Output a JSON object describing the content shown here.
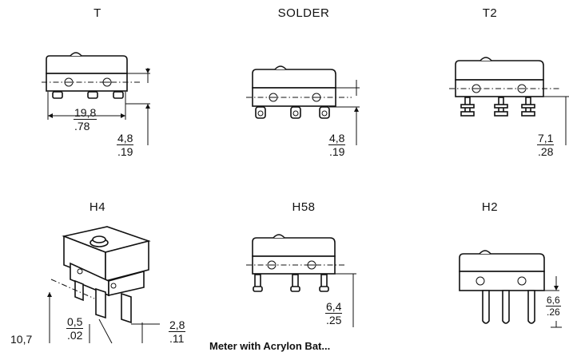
{
  "variants": {
    "t": {
      "label": "T",
      "width_mm": "19,8",
      "width_in": ".78",
      "pin_mm": "4,8",
      "pin_in": ".19"
    },
    "solder": {
      "label": "SOLDER",
      "pin_mm": "4,8",
      "pin_in": ".19"
    },
    "t2": {
      "label": "T2",
      "pin_mm": "7,1",
      "pin_in": ".28"
    },
    "h4": {
      "label": "H4",
      "height_mm": "10,7",
      "pin_thk_mm": "0,5",
      "pin_thk_in": ".02",
      "pin_w_mm": "2,8",
      "pin_w_in": ".11"
    },
    "h58": {
      "label": "H58",
      "pin_mm": "6,4",
      "pin_in": ".25"
    },
    "h2": {
      "label": "H2",
      "pin_mm": "6,6",
      "pin_in": ".26"
    }
  },
  "caption": "Meter with Acrylon Bat..."
}
